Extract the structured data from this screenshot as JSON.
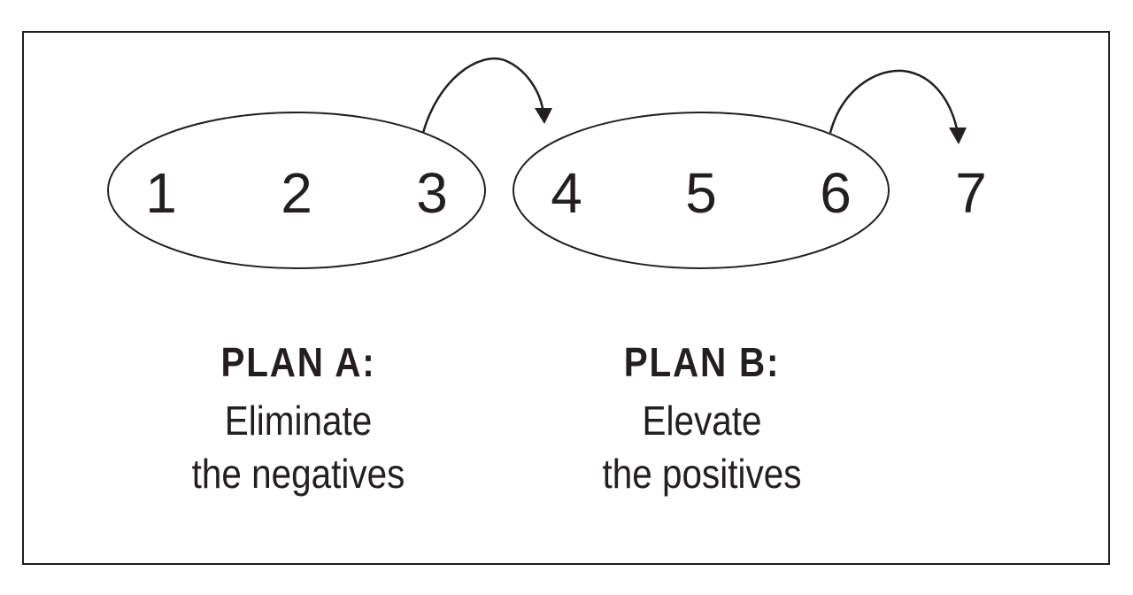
{
  "numbers": [
    "1",
    "2",
    "3",
    "4",
    "5",
    "6",
    "7"
  ],
  "plan_a": {
    "title": "PLAN A:",
    "line1": "Eliminate",
    "line2": "the negatives"
  },
  "plan_b": {
    "title": "PLAN B:",
    "line1": "Elevate",
    "line2": "the positives"
  },
  "colors": {
    "ink": "#231f20",
    "background": "#ffffff"
  }
}
